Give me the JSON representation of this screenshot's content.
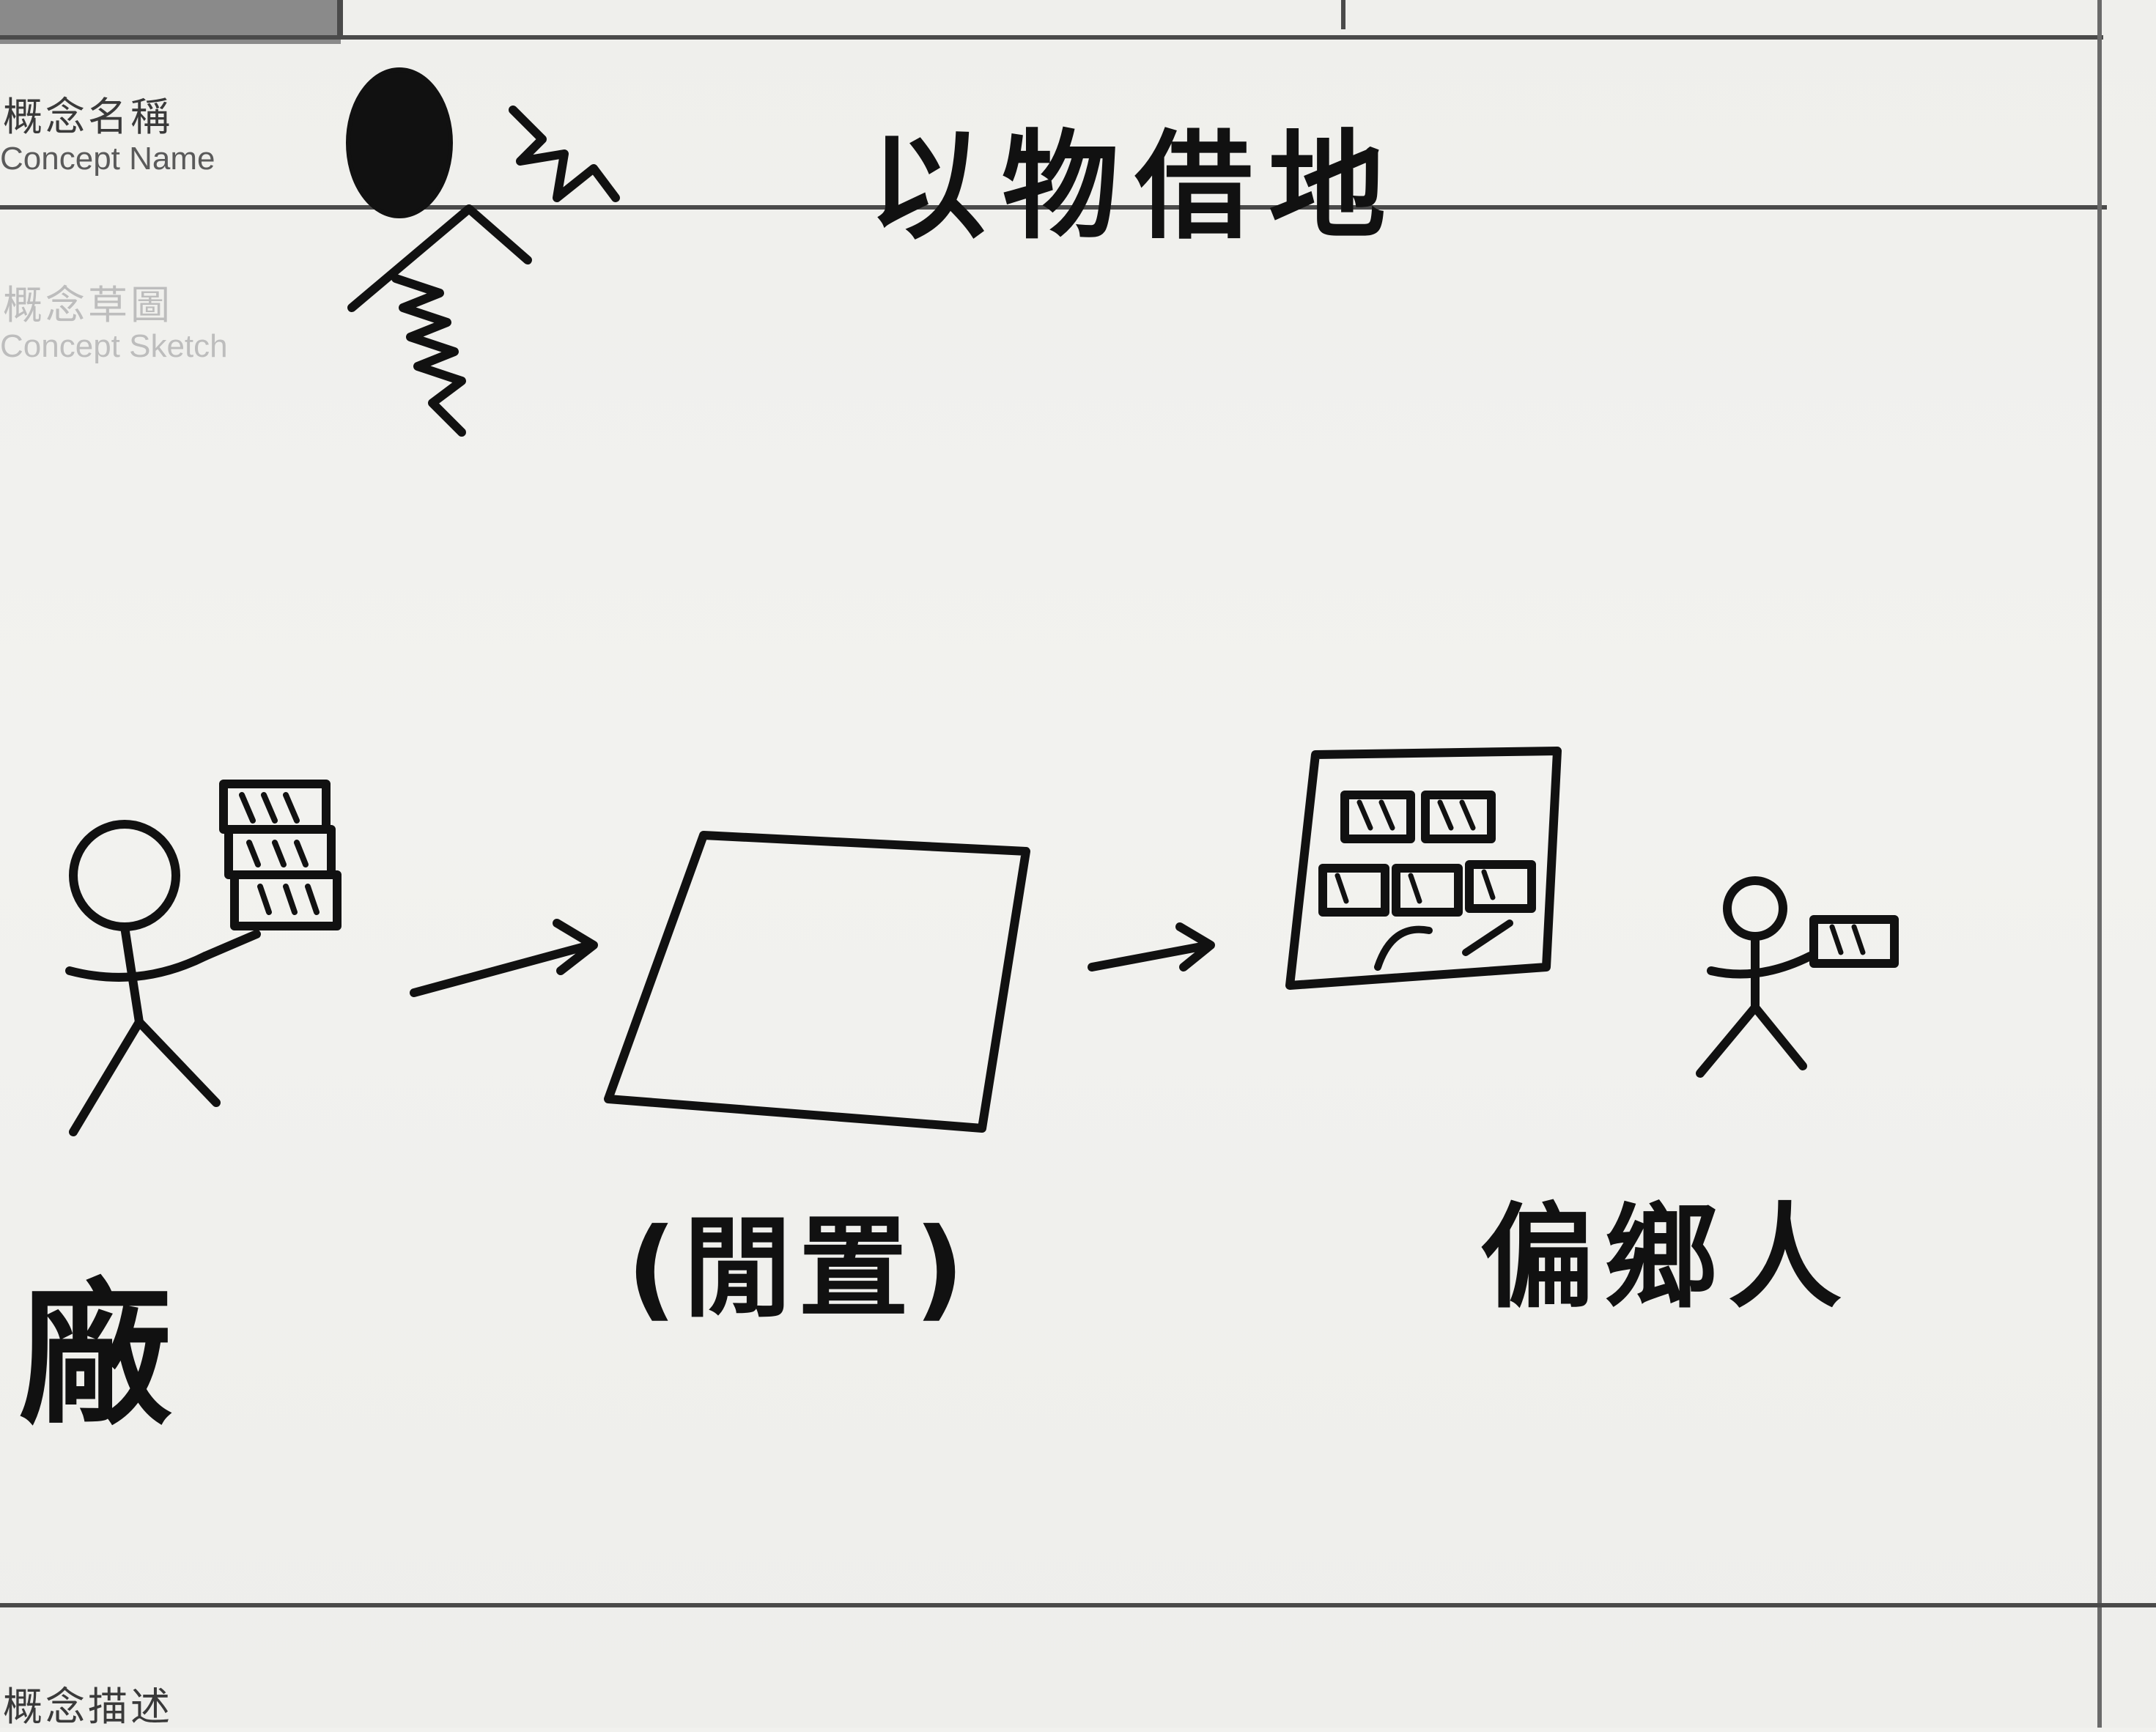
{
  "form": {
    "concept_name_label_zh": "概念名稱",
    "concept_name_label_en": "Concept Name",
    "concept_sketch_label_zh": "概念草圖",
    "concept_sketch_label_en": "Concept Sketch",
    "concept_description_label_zh": "概念描述"
  },
  "handwriting": {
    "concept_name": "以物借地",
    "left_figure_label": "廠",
    "middle_label": "(閒置)",
    "right_figure_label": "偏鄉人"
  }
}
